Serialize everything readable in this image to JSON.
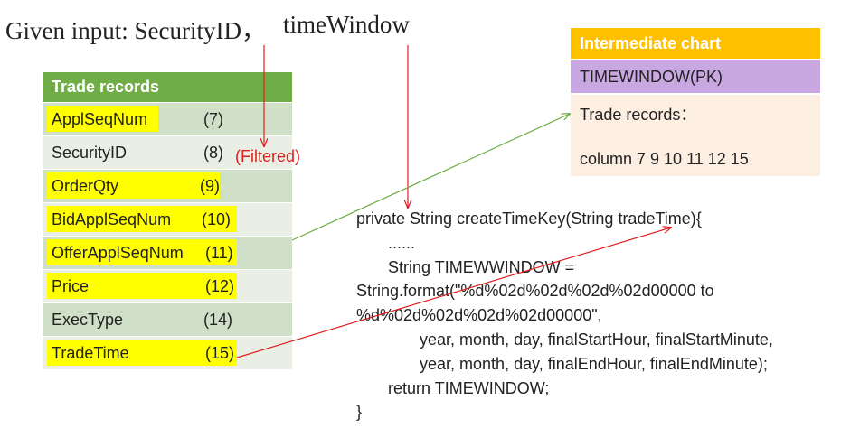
{
  "title": {
    "given": "Given input: SecurityID，",
    "timewindow": "timeWindow"
  },
  "trade_records": {
    "header": "Trade records",
    "rows": [
      {
        "name": "ApplSeqNum",
        "num": "(7)",
        "highlighted": true
      },
      {
        "name": "SecurityID",
        "num": "(8)",
        "highlighted": false
      },
      {
        "name": "OrderQty",
        "num": "(9)",
        "highlighted": true
      },
      {
        "name": "BidApplSeqNum",
        "num": "(10)",
        "highlighted": true
      },
      {
        "name": "OfferApplSeqNum",
        "num": "(11)",
        "highlighted": true
      },
      {
        "name": "Price",
        "num": "(12)",
        "highlighted": true
      },
      {
        "name": "ExecType",
        "num": "(14)",
        "highlighted": false
      },
      {
        "name": "TradeTime",
        "num": "(15)",
        "highlighted": true
      }
    ],
    "filtered_note": "(Filtered)"
  },
  "intermediate_chart": {
    "header": "Intermediate chart",
    "pk": "TIMEWINDOW(PK)",
    "body_line1": "Trade records：",
    "body_line2": "column 7 9 10 11 12 15"
  },
  "code_lines": [
    "private String createTimeKey(String tradeTime){",
    "       ......",
    "       String TIMEWWINDOW =",
    "String.format(\"%d%02d%02d%02d%02d00000 to",
    "%d%02d%02d%02d%02d00000\",",
    "              year, month, day, finalStartHour, finalStartMinute,",
    "              year, month, day, finalEndHour, finalEndMinute);",
    "       return TIMEWINDOW;",
    "}"
  ],
  "colors": {
    "table_header": "#70ad47",
    "highlight": "#ffff00",
    "chart_header": "#ffc000",
    "pk_row": "#c9a8e2",
    "arrow_red": "#e02020",
    "arrow_green": "#70ad47"
  }
}
